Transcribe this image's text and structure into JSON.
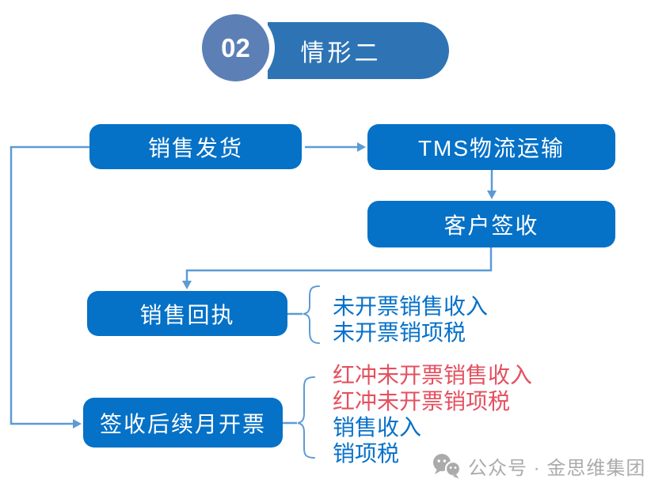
{
  "header": {
    "number": "02",
    "title": "情形二"
  },
  "flow": {
    "nodes": [
      {
        "id": "sales-shipment",
        "label": "销售发货"
      },
      {
        "id": "tms-logistics",
        "label": "TMS物流运输"
      },
      {
        "id": "customer-sign",
        "label": "客户签收"
      },
      {
        "id": "sales-receipt",
        "label": "销售回执"
      },
      {
        "id": "invoice-next-month",
        "label": "签收后续月开票"
      }
    ],
    "edges": [
      {
        "from": "sales-shipment",
        "to": "tms-logistics"
      },
      {
        "from": "tms-logistics",
        "to": "customer-sign"
      },
      {
        "from": "customer-sign",
        "to": "sales-receipt"
      },
      {
        "from": "sales-shipment",
        "to": "invoice-next-month"
      }
    ]
  },
  "annotations": {
    "sales_receipt": {
      "items": [
        {
          "label": "未开票销售收入",
          "color": "#0771C9"
        },
        {
          "label": "未开票销项税",
          "color": "#0771C9"
        }
      ]
    },
    "invoice_next_month": {
      "items": [
        {
          "label": "红冲未开票销售收入",
          "color": "#E4505F"
        },
        {
          "label": "红冲未开票销项税",
          "color": "#E4505F"
        },
        {
          "label": "销售收入",
          "color": "#0771C9"
        },
        {
          "label": "销项税",
          "color": "#0771C9"
        }
      ]
    }
  },
  "watermark": {
    "icon": "wechat-icon",
    "label": "公众号 · 金思维集团"
  },
  "colors": {
    "node_fill": "#0571C7",
    "node_text": "#FFFFFF",
    "connector": "#5B9BD5",
    "badge_circle": "#5C7FB6",
    "badge_pill": "#2E74B5",
    "annotation_red": "#E4505F",
    "annotation_blue": "#0771C9",
    "watermark_gray": "#ABABAB"
  }
}
